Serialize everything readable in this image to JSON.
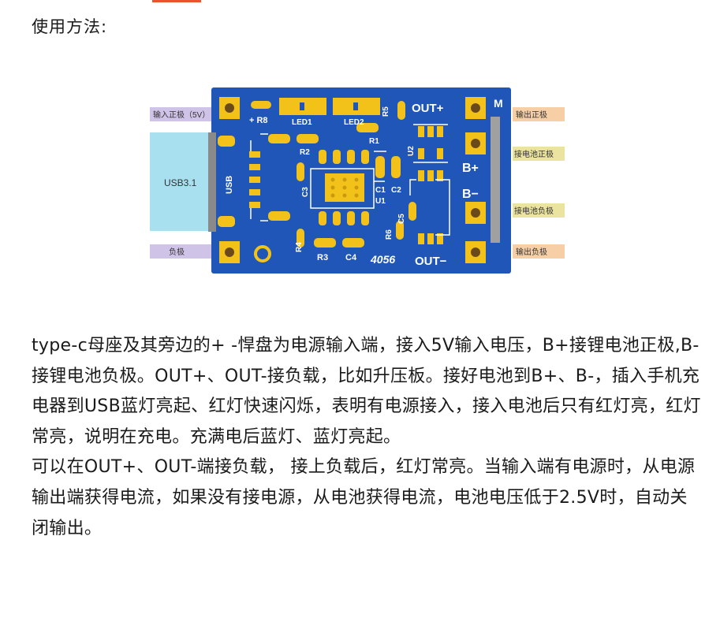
{
  "heading": "使用方法:",
  "figure": {
    "labels": {
      "in_pos": "输入正极（5V）",
      "usb": "USB3.1",
      "neg": "负极",
      "out_pos": "输出正极",
      "bat_pos": "接电池正极",
      "bat_neg": "接电池负极",
      "out_neg": "输出负极"
    },
    "silk": {
      "plus_r8": "+ R8",
      "led1": "LED1",
      "led2": "LED2",
      "r5": "R5",
      "out_plus": "OUT+",
      "m": "M",
      "r1": "R1",
      "r2": "R2",
      "usb": "USB",
      "c3": "C3",
      "u2": "U2",
      "b_plus": "B+",
      "c1": "C1",
      "c2": "C2",
      "u1": "U1",
      "b_minus": "B−",
      "c5": "C5",
      "r6": "R6",
      "r4": "R4",
      "r3": "R3",
      "c4": "C4",
      "model": "4056",
      "out_minus": "OUT−"
    }
  },
  "paragraphs": [
    "type-c母座及其旁边的+ -悍盘为电源输入端，接入5V输入电压，B+接锂电池正极,B-接锂电池负极。OUT+、OUT-接负载，比如升压板。接好电池到B+、B-，插入手机充电器到USB蓝灯亮起、红灯快速闪烁，表明有电源接入，接入电池后只有红灯亮，红灯常亮，说明在充电。充满电后蓝灯、蓝灯亮起。",
    "可以在OUT+、OUT-端接负载， 接上负载后，红灯常亮。当输入端有电源时，从电源输出端获得电流，如果没有接电源，从电池获得电流，电池电压低于2.5V时，自动关闭输出。"
  ],
  "colors": {
    "pcb": "#1f56b8",
    "pad": "#f2c21a",
    "silk": "#ffffff",
    "accent": "#e8552a"
  }
}
